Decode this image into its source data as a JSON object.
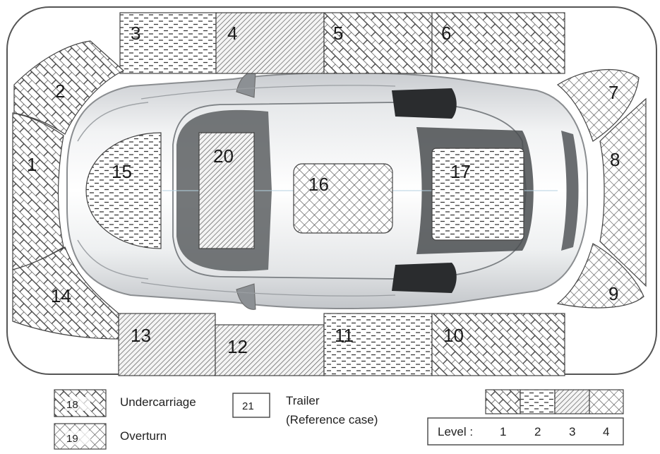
{
  "zones": [
    {
      "label": "1"
    },
    {
      "label": "2"
    },
    {
      "label": "3"
    },
    {
      "label": "4"
    },
    {
      "label": "5"
    },
    {
      "label": "6"
    },
    {
      "label": "7"
    },
    {
      "label": "8"
    },
    {
      "label": "9"
    },
    {
      "label": "10"
    },
    {
      "label": "11"
    },
    {
      "label": "12"
    },
    {
      "label": "13"
    },
    {
      "label": "14"
    },
    {
      "label": "15"
    },
    {
      "label": "16"
    },
    {
      "label": "17"
    },
    {
      "label": "20"
    }
  ],
  "legend": {
    "undercarriage_num": "18",
    "undercarriage_label": "Undercarriage",
    "overturn_num": "19",
    "overturn_label": "Overturn",
    "trailer_num": "21",
    "trailer_label_line1": "Trailer",
    "trailer_label_line2": "(Reference case)"
  },
  "level_scale": {
    "title": "Level :",
    "levels": [
      "1",
      "2",
      "3",
      "4"
    ]
  }
}
